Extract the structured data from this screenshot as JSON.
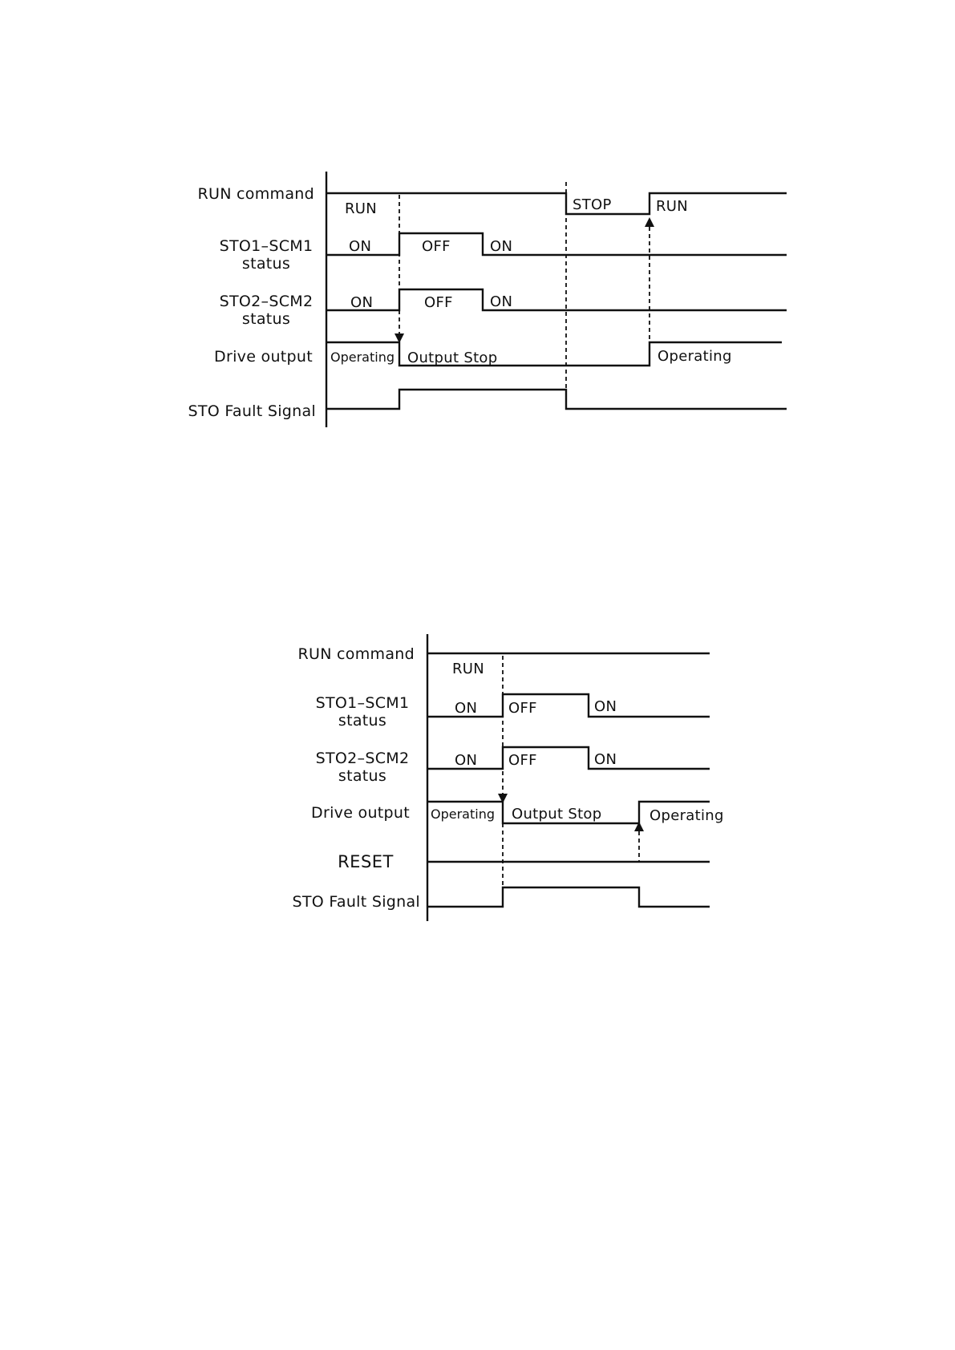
{
  "diagram1": {
    "row_labels": {
      "run_command": "RUN command",
      "sto1_line1": "STO1–SCM1",
      "sto1_line2": "status",
      "sto2_line1": "STO2–SCM2",
      "sto2_line2": "status",
      "drive_output": "Drive output",
      "sto_fault": "STO Fault Signal"
    },
    "states": {
      "run1": "RUN",
      "stop": "STOP",
      "run2": "RUN",
      "sto1_on1": "ON",
      "sto1_off": "OFF",
      "sto1_on2": "ON",
      "sto2_on1": "ON",
      "sto2_off": "OFF",
      "sto2_on2": "ON",
      "operating1": "Operating",
      "output_stop": "Output Stop",
      "operating2": "Operating"
    }
  },
  "diagram2": {
    "row_labels": {
      "run_command": "RUN command",
      "sto1_line1": "STO1–SCM1",
      "sto1_line2": "status",
      "sto2_line1": "STO2–SCM2",
      "sto2_line2": "status",
      "drive_output": "Drive output",
      "reset": "RESET",
      "sto_fault": "STO Fault Signal"
    },
    "states": {
      "run": "RUN",
      "sto1_on1": "ON",
      "sto1_off": "OFF",
      "sto1_on2": "ON",
      "sto2_on1": "ON",
      "sto2_off": "OFF",
      "sto2_on2": "ON",
      "operating1": "Operating",
      "output_stop": "Output Stop",
      "operating2": "Operating"
    }
  }
}
